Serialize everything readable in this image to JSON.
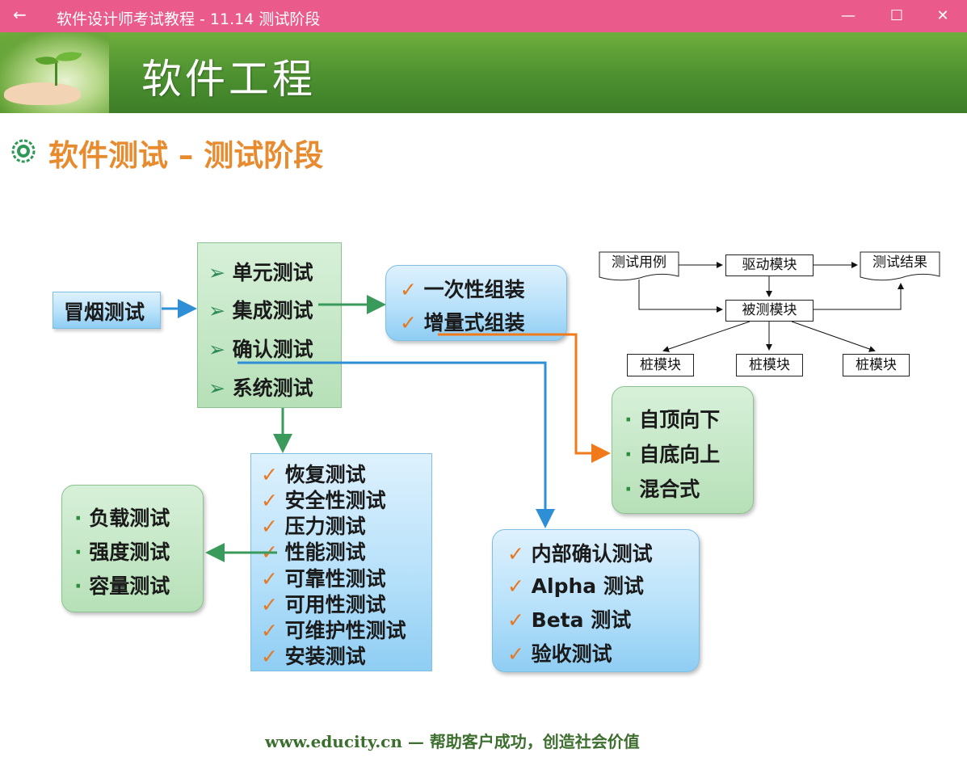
{
  "window": {
    "title": "软件设计师考试教程 - 11.14  测试阶段",
    "back_icon": "←",
    "minimize_icon": "—",
    "maximize_icon": "☐",
    "close_icon": "✕"
  },
  "banner": {
    "title": "软件工程"
  },
  "slide": {
    "title": "软件测试 – 测试阶段"
  },
  "smoke": {
    "label": "冒烟测试"
  },
  "stages": [
    "单元测试",
    "集成测试",
    "确认测试",
    "系统测试"
  ],
  "integration": [
    "一次性组装",
    "增量式组装"
  ],
  "incremental": [
    "自顶向下",
    "自底向上",
    "混合式"
  ],
  "system_tests": [
    "恢复测试",
    "安全性测试",
    "压力测试",
    "性能测试",
    "可靠性测试",
    "可用性测试",
    "可维护性测试",
    "安装测试"
  ],
  "performance": [
    "负载测试",
    "强度测试",
    "容量测试"
  ],
  "confirmation": [
    "内部确认测试",
    "Alpha 测试",
    "Beta 测试",
    "验收测试"
  ],
  "diagram": {
    "test_case": "测试用例",
    "driver": "驱动模块",
    "result": "测试结果",
    "under_test": "被测模块",
    "stub1": "桩模块",
    "stub2": "桩模块",
    "stub3": "桩模块"
  },
  "footer": {
    "site": "www.educity.cn",
    "dash": "—",
    "slogan": "帮助客户成功，创造社会价值"
  },
  "colors": {
    "titlebar": "#ea5b8c",
    "slide_title": "#e88a2e",
    "blue_arrow": "#2e8fd6",
    "green_arrow": "#3a9a5c",
    "orange_arrow": "#f07a1a",
    "footer": "#3c6e2e"
  }
}
